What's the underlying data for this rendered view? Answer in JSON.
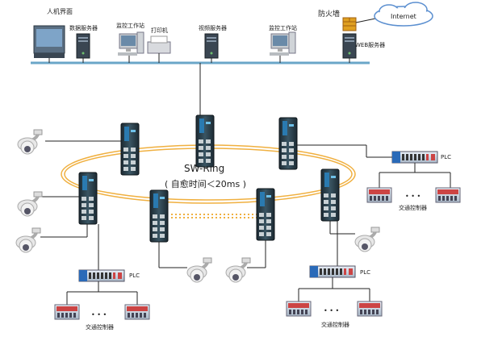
{
  "top_labels": {
    "hmi": "人机界面",
    "data_server": "数据服务器",
    "monitor_station_1": "监控工作站",
    "printer": "打印机",
    "video_server": "视频服务器",
    "monitor_station_2": "监控工作站",
    "firewall": "防火墙",
    "web_server": "WEB服务器",
    "internet": "Internet"
  },
  "ring": {
    "title": "SW-Ring",
    "subtitle": "( 自愈时间＜20ms )"
  },
  "plc_labels": {
    "plc_right": "PLC",
    "plc_left": "PLC",
    "plc_bottom_right": "PLC"
  },
  "controller_labels": {
    "right": "交通控制器",
    "left": "交通控制器",
    "bottom_right": "交通控制器"
  },
  "ellipsis": "• • •",
  "colors": {
    "ring": "#f0b040",
    "line": "#222222",
    "backbone": "#6aa6c8",
    "cloud": "#5b8fd0"
  }
}
